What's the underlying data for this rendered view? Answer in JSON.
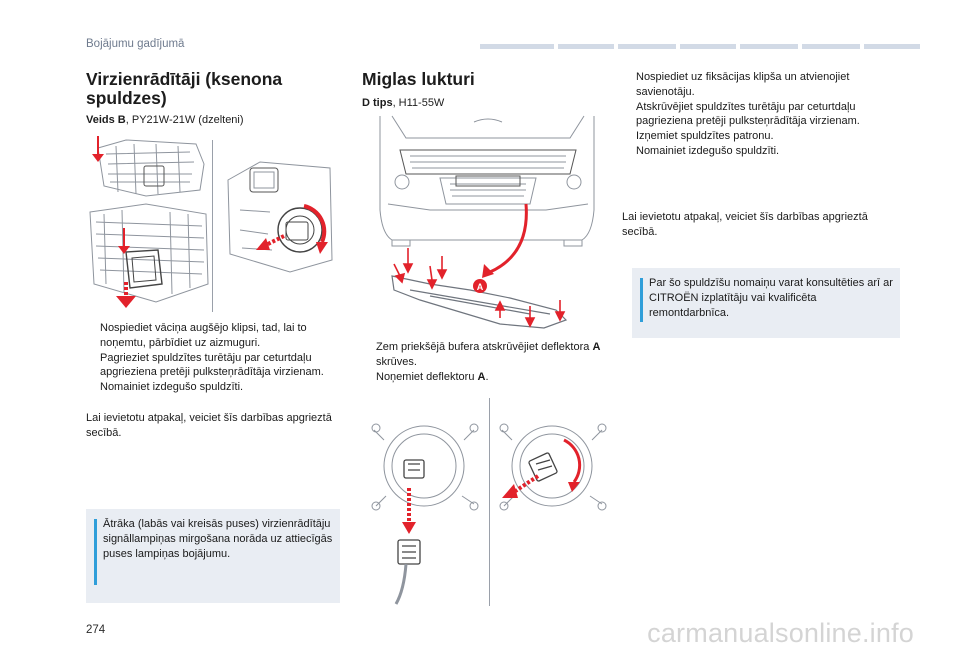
{
  "header": {
    "section": "Bojājumu gadījumā"
  },
  "col1": {
    "title": "Virzienrādītāji (ksenona spuldzes)",
    "bulb_type_label": "Veids B",
    "bulb_type_value": ", PY21W-21W (dzelteni)",
    "steps": [
      "Nospiediet vāciņa augšējo klipsi, tad, lai to noņemtu, pārbīdiet uz aizmuguri.",
      "Pagrieziet spuldzītes turētāju par ceturtdaļu apgrieziena pretēji pulksteņrādītāja virzienam.",
      "Nomainiet izdegušo spuldzīti."
    ],
    "refit": "Lai ievietotu atpakaļ, veiciet šīs darbības apgrieztā secībā.",
    "note": "Ātrāka (labās vai kreisās puses) virzienrādītāju signāllampiņas mirgošana norāda uz attiecīgās puses lampiņas bojājumu."
  },
  "col2": {
    "title": "Miglas lukturi",
    "bulb_type_label": "D tips",
    "bulb_type_value": ", H11-55W",
    "callout": "A",
    "steps": [
      {
        "text": "Zem priekšējā bufera atskrūvējiet deflektora ",
        "bold": "A",
        "after": " skrūves."
      },
      {
        "text": "Noņemiet deflektoru ",
        "bold": "A",
        "after": "."
      }
    ]
  },
  "col3": {
    "steps": [
      "Nospiediet uz fiksācijas klipša un atvienojiet savienotāju.",
      "Atskrūvējiet spuldzītes turētāju par ceturtdaļu pagrieziena pretēji pulksteņrādītāja virzienam.",
      "Izņemiet spuldzītes patronu.",
      "Nomainiet izdegušo spuldzīti."
    ],
    "refit": "Lai ievietotu atpakaļ, veiciet šīs darbības apgrieztā secībā.",
    "note": "Par šo spuldzīšu nomaiņu varat konsultēties arī ar CITROËN izplatītāju vai kvalificēta remontdarbnīca."
  },
  "bullet_glyph": "",
  "page_number": "274",
  "watermark": "carmanualsonline.info",
  "colors": {
    "accent_red": "#e2222b",
    "note_bar": "#2f9ed9",
    "note_bg": "#e9edf3",
    "header_bar": "#d2dae6"
  }
}
